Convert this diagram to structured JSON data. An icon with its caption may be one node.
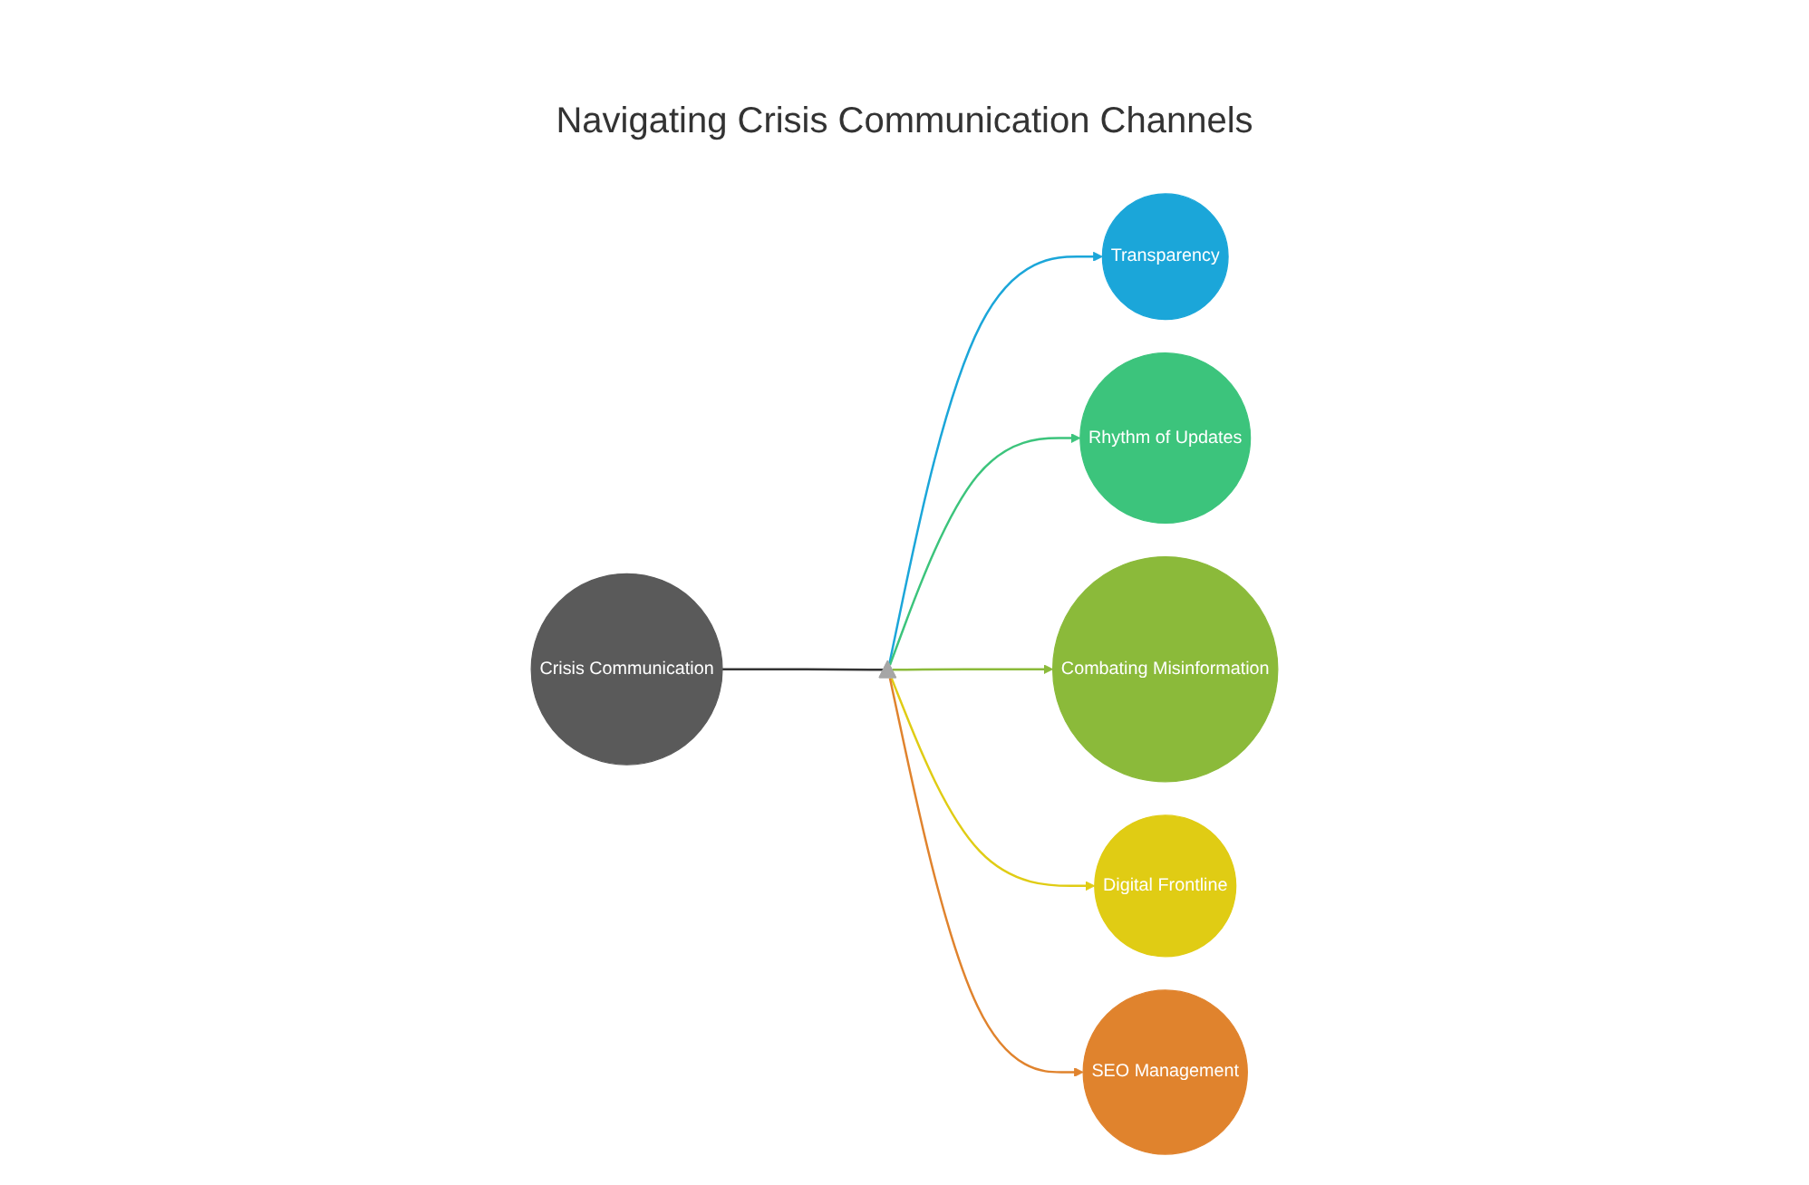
{
  "diagram": {
    "title": "Navigating Crisis Communication Channels",
    "nodes": [
      {
        "text": [
          "Crisis Communication"
        ]
      },
      {
        "text": [],
        "shape": "triangle"
      },
      {
        "text": [
          "Transparency"
        ]
      },
      {
        "text": [
          "Rhythm of Updates"
        ]
      },
      {
        "text": [
          "Combating Misinformation"
        ]
      },
      {
        "text": [
          "Digital Frontline"
        ]
      },
      {
        "text": [
          "SEO Management"
        ]
      }
    ],
    "edges": [
      {
        "from": 0,
        "to": 1,
        "arrow": "none",
        "color": "#333333"
      },
      {
        "from": 1,
        "to": 2,
        "arrow": "to",
        "color": "#1ba6d9"
      },
      {
        "from": 1,
        "to": 3,
        "arrow": "to",
        "color": "#3cc47c"
      },
      {
        "from": 1,
        "to": 4,
        "arrow": "to",
        "color": "#8bba3a"
      },
      {
        "from": 1,
        "to": 5,
        "arrow": "to",
        "color": "#e0cc14"
      },
      {
        "from": 1,
        "to": 6,
        "arrow": "to",
        "color": "#e0832d"
      }
    ]
  }
}
